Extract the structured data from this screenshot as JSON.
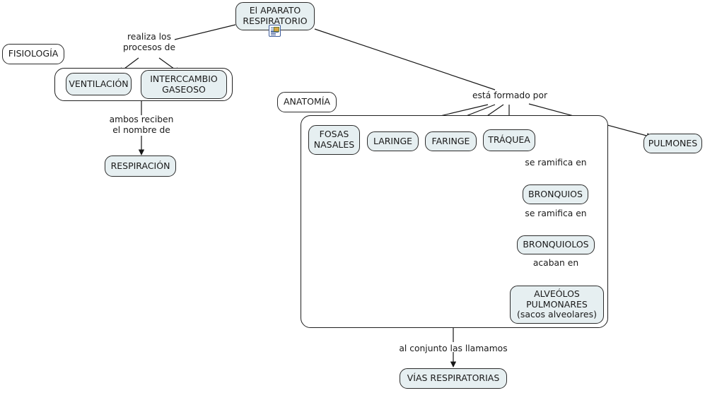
{
  "map": {
    "title_node": {
      "label": "El APARATO\nRESPIRATORIO",
      "icon": "document-resource-icon"
    },
    "categories": [
      {
        "id": "fisiologia",
        "label": "FISIOLOGÍA"
      },
      {
        "id": "anatomia",
        "label": "ANATOMÍA"
      }
    ],
    "physiology_branch": {
      "link_label": "realiza los\nprocesos de",
      "processes": [
        {
          "id": "ventilacion",
          "label": "VENTILACIÓN"
        },
        {
          "id": "intercambio",
          "label": "INTERCCAMBIO\nGASEOSO"
        }
      ],
      "merge_label": "ambos reciben\nel nombre de",
      "result": {
        "id": "respiracion",
        "label": "RESPIRACIÓN"
      }
    },
    "anatomy_branch": {
      "link_label": "está formado por",
      "parts": [
        {
          "id": "fosas-nasales",
          "label": "FOSAS\nNASALES"
        },
        {
          "id": "laringe",
          "label": "LARINGE"
        },
        {
          "id": "faringe",
          "label": "FARINGE"
        },
        {
          "id": "traquea",
          "label": "TRÁQUEA"
        },
        {
          "id": "pulmones",
          "label": "PULMONES"
        }
      ],
      "chain": [
        {
          "link": "se ramifica en",
          "node_id": "bronquios",
          "node_label": "BRONQUIOS"
        },
        {
          "link": "se ramifica en",
          "node_id": "bronquiolos",
          "node_label": "BRONQUIOLOS"
        },
        {
          "link": "acaban en",
          "node_id": "alveolos",
          "node_label": "ALVEÓLOS\nPULMONARES\n(sacos alveolares)"
        }
      ],
      "group_label": "al conjunto las llamamos",
      "group_result": {
        "id": "vias-respiratorias",
        "label": "VÍAS RESPIRATORIAS"
      }
    }
  },
  "colors": {
    "node_fill": "#e6eff1",
    "node_white": "#ffffff",
    "stroke": "#1f1f1f",
    "background": "#ffffff"
  }
}
